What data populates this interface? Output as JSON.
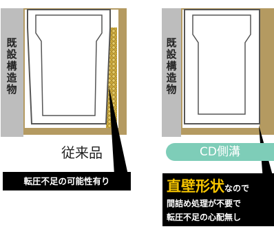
{
  "left_panel": {
    "structure_label": "既設構造物",
    "caption": "従来品",
    "note": "転圧不足の可能性有り"
  },
  "right_panel": {
    "structure_label": "既設構造物",
    "product_name": "CD側溝",
    "note_highlight": "直壁形状",
    "note_suffix": "なので",
    "note_line2": "間詰め処理が不要で",
    "note_line3": "転圧不足の心配無し"
  },
  "colors": {
    "soil": "#b49a61",
    "wall": "#bdbdbd",
    "gravel": "#d8b94a",
    "pill": "#7ecdb8",
    "highlight": "#f5c400"
  }
}
